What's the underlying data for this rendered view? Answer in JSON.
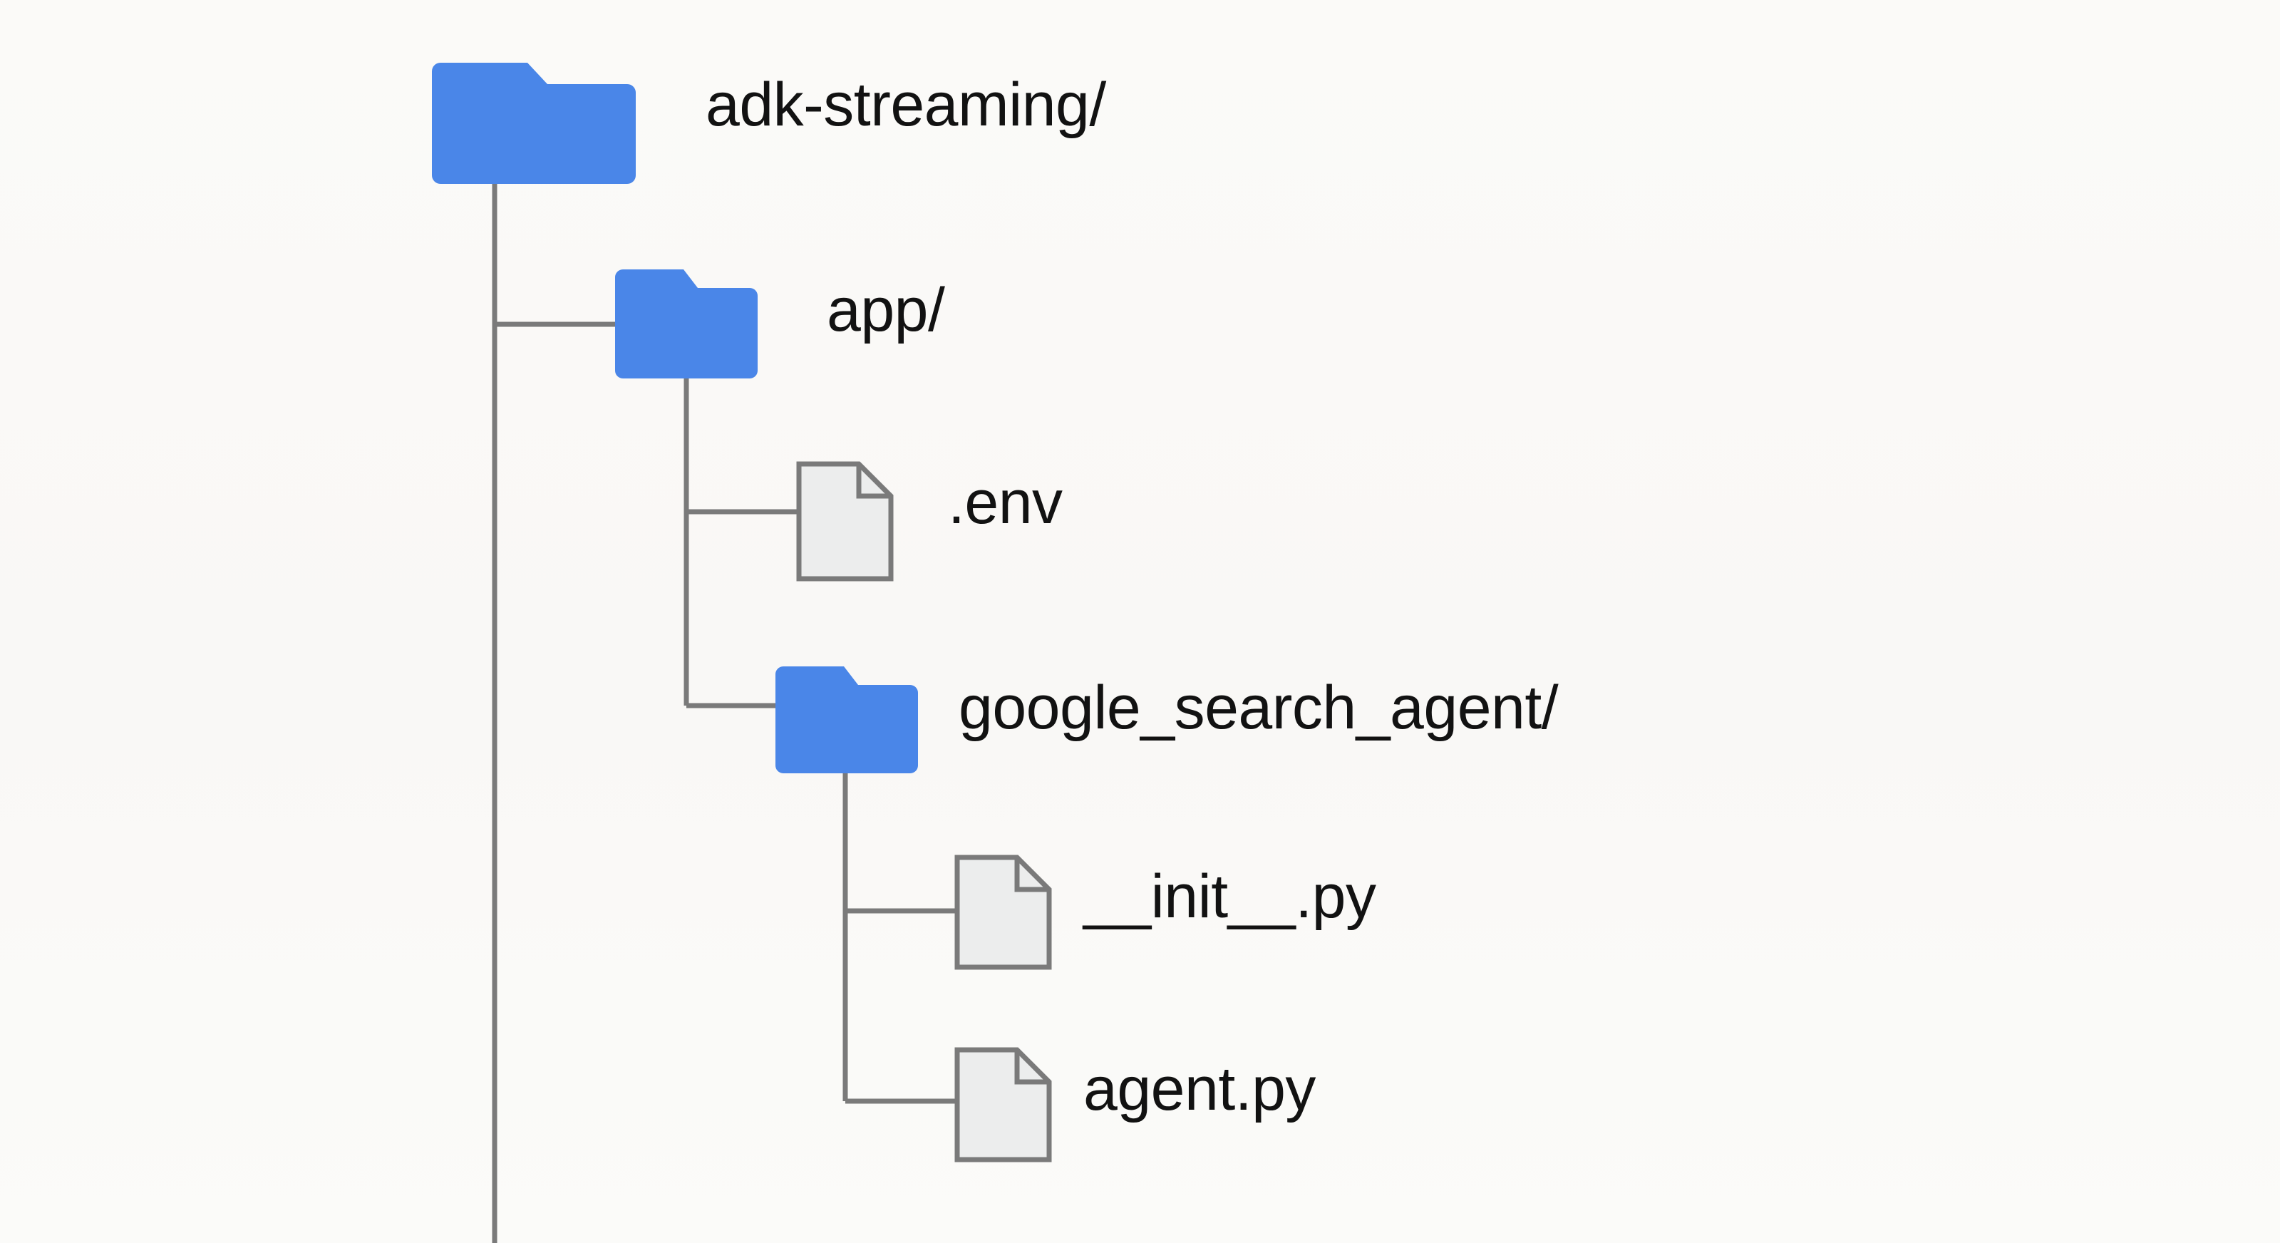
{
  "diagram": {
    "type": "file-tree",
    "title": "adk-streaming project structure",
    "background_color": "#faf9f7",
    "folder_color": "#4a86e8",
    "file_fill_color": "#eceded",
    "file_stroke_color": "#7a7a7a",
    "connector_color": "#7a7a7a",
    "text_color": "#121212",
    "nodes": [
      {
        "id": "root",
        "label": "adk-streaming/",
        "kind": "folder",
        "depth": 0,
        "icon": "folder-icon"
      },
      {
        "id": "app",
        "label": "app/",
        "kind": "folder",
        "depth": 1,
        "icon": "folder-icon"
      },
      {
        "id": "env",
        "label": ".env",
        "kind": "file",
        "depth": 2,
        "icon": "file-icon"
      },
      {
        "id": "google_search_agent",
        "label": "google_search_agent/",
        "kind": "folder",
        "depth": 2,
        "icon": "folder-icon"
      },
      {
        "id": "init_py",
        "label": "__init__.py",
        "kind": "file",
        "depth": 3,
        "icon": "file-icon"
      },
      {
        "id": "agent_py",
        "label": "agent.py",
        "kind": "file",
        "depth": 3,
        "icon": "file-icon"
      }
    ]
  }
}
